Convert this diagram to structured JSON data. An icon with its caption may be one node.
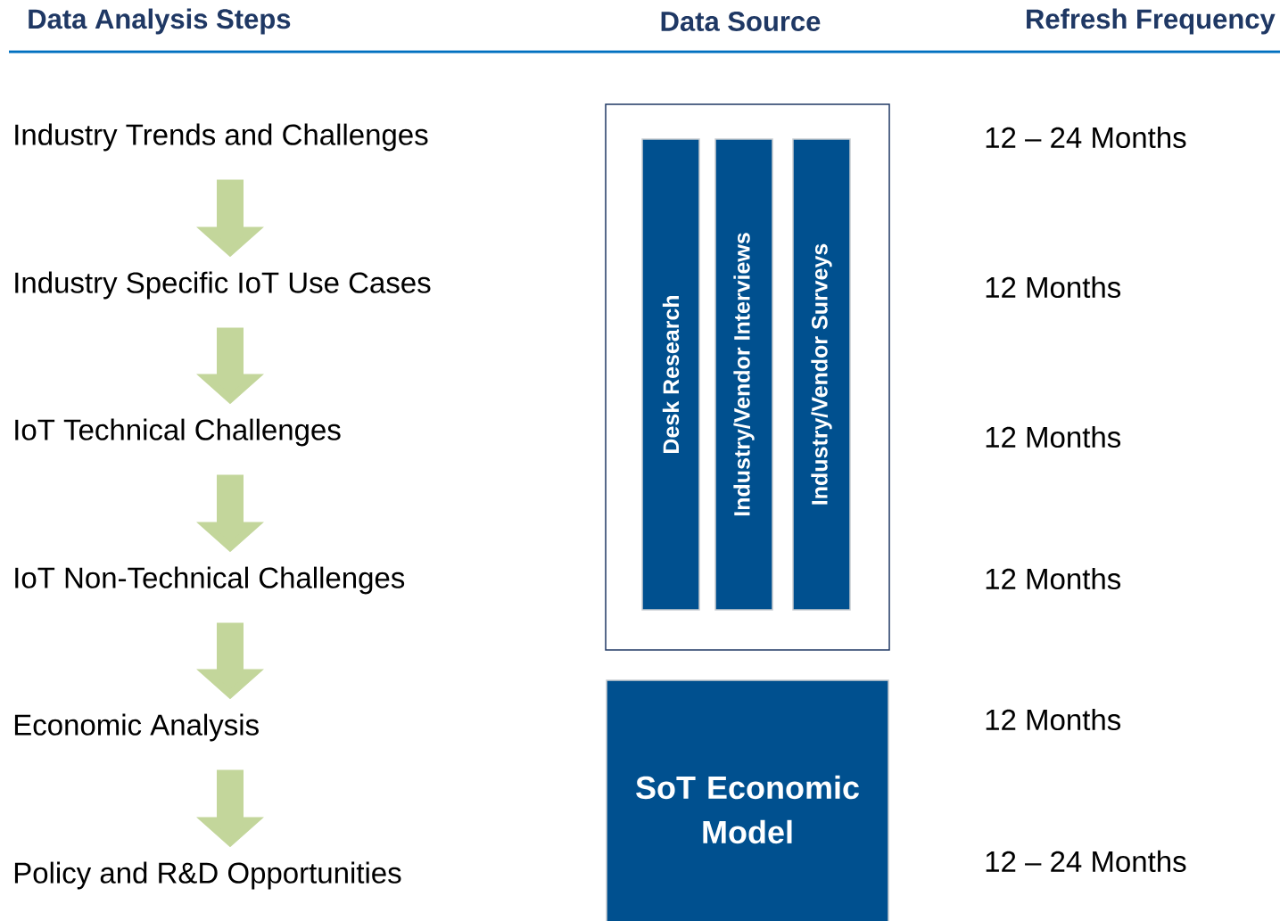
{
  "diagram": {
    "nodes": [
      {
        "text": [
          "Industry Trends and Challenges"
        ]
      },
      {
        "text": [
          "Industry Specific IoT Use Cases"
        ]
      },
      {
        "text": [
          "IoT Technical Challenges"
        ]
      },
      {
        "text": [
          "IoT Non-Technical Challenges"
        ]
      },
      {
        "text": [
          "Economic Analysis"
        ]
      },
      {
        "text": [
          "Policy and R&D Opportunities"
        ]
      },
      {
        "text": [],
        "shape": "box"
      },
      {
        "text": [
          "Desk Research"
        ],
        "in": 6
      },
      {
        "text": [
          "Industry/Vendor  Interviews"
        ],
        "in": 6
      },
      {
        "text": [
          "Industry/Vendor Surveys"
        ],
        "in": 6
      },
      {
        "text": [
          "SoT Economic Model"
        ]
      }
    ],
    "edges": [
      {
        "from": 0,
        "to": 1,
        "arrow": "to"
      },
      {
        "from": 1,
        "to": 2,
        "arrow": "to"
      },
      {
        "from": 2,
        "to": 3,
        "arrow": "to"
      },
      {
        "from": 3,
        "to": 4,
        "arrow": "to"
      },
      {
        "from": 4,
        "to": 5,
        "arrow": "to"
      }
    ],
    "labels": [
      "Data Analysis Steps",
      "Data Source",
      "Refresh Frequency",
      "12 – 24 Months",
      "12 Months",
      "12 Months",
      "12 Months",
      "12 Months",
      "12 – 24  Months"
    ]
  }
}
